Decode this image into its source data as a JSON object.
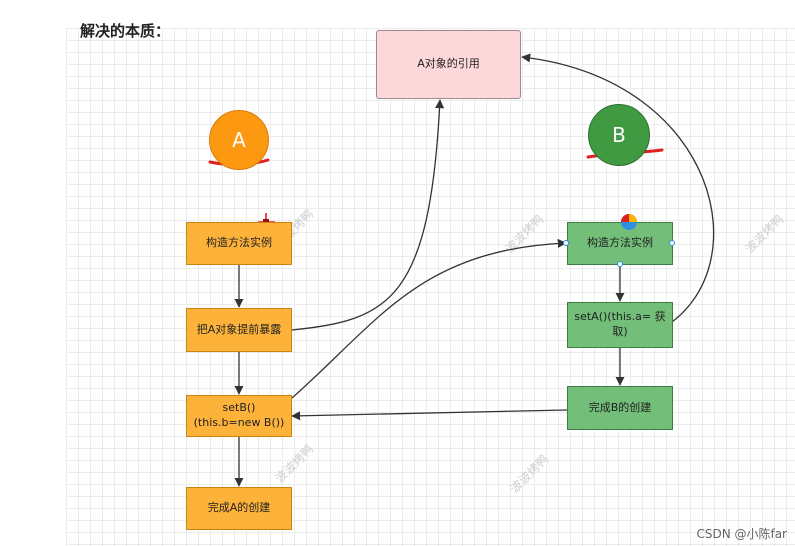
{
  "heading": "解决的本质：",
  "circles": {
    "a": "A",
    "b": "B"
  },
  "nodes": {
    "ref": "A对象的引用",
    "a_ctor": "构造方法实例",
    "a_expose": "把A对象提前暴露",
    "a_setb": "setB()\n(this.b=new B())",
    "a_done": "完成A的创建",
    "b_ctor": "构造方法实例",
    "b_seta": "setA()(this.a= 获\n取)",
    "b_done": "完成B的创建"
  },
  "watermarks": [
    "波波烤鸭",
    "波波烤鸭",
    "波波烤鸭",
    "波波烤鸭",
    "波波烤鸭"
  ],
  "credit": "CSDN @小陈far",
  "colors": {
    "orange": "#fdb23a",
    "green": "#73be79",
    "pink": "#fdd8da",
    "underline": "#e0201c",
    "selection": "#2f8fe0"
  }
}
